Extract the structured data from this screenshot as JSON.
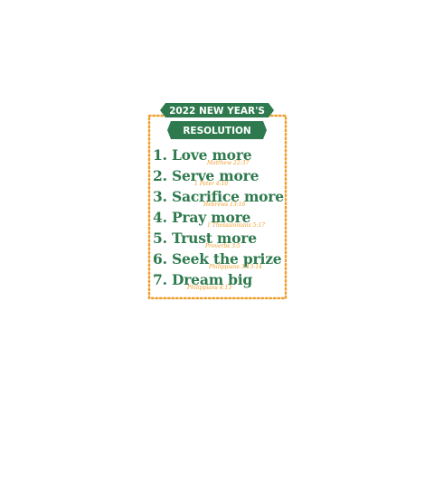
{
  "banner": {
    "line1": "2022 NEW YEAR'S",
    "line2": "RESOLUTION"
  },
  "items": [
    {
      "text": "1. Love more",
      "ref": "Matthew 22:37"
    },
    {
      "text": "2. Serve more",
      "ref": "1 Peter 4:10"
    },
    {
      "text": "3. Sacrifice more",
      "ref": "Hebrews 13:16"
    },
    {
      "text": "4. Pray more",
      "ref": "1 Thessalonians 5:17"
    },
    {
      "text": "5. Trust more",
      "ref": "Proverbs 3:5"
    },
    {
      "text": "6. Seek the prize",
      "ref": "Philippians 3:13-14"
    },
    {
      "text": "7. Dream big",
      "ref": "Philippians 4:13"
    }
  ],
  "colors": {
    "green": "#2e7a4e",
    "orange": "#f0a030"
  }
}
